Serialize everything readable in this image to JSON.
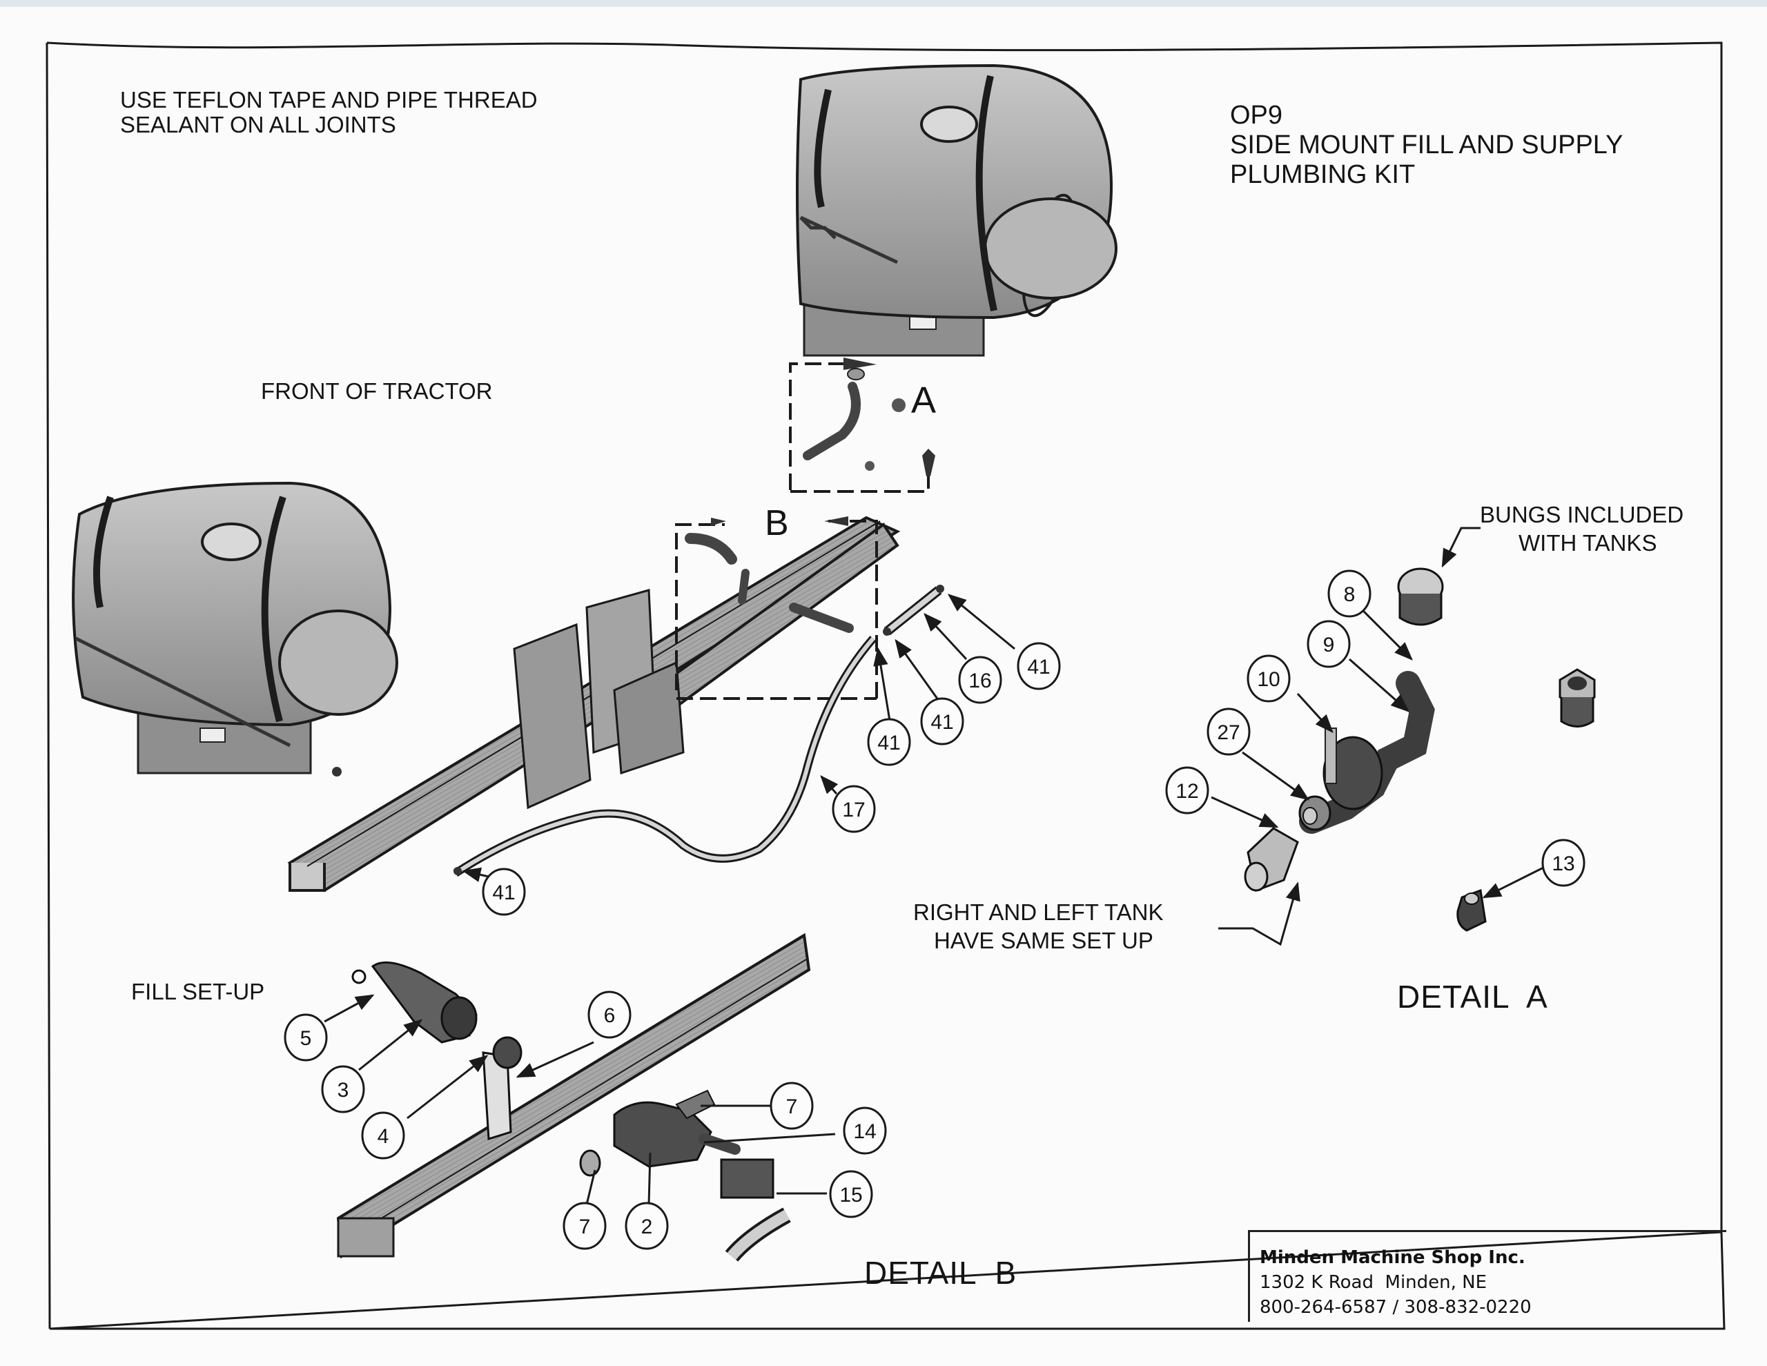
{
  "notes": {
    "sealant_line1": "USE TEFLON TAPE AND PIPE THREAD",
    "sealant_line2": "SEALANT ON ALL JOINTS",
    "front_of_tractor": "FRONT OF TRACTOR",
    "fill_setup": "FILL SET-UP",
    "bungs_line1": "BUNGS INCLUDED",
    "bungs_line2": "WITH TANKS",
    "same_setup_line1": "RIGHT AND LEFT TANK",
    "same_setup_line2": "HAVE SAME SET UP"
  },
  "title": {
    "code": "OP9",
    "line1": "SIDE MOUNT FILL AND SUPPLY",
    "line2": "PLUMBING KIT"
  },
  "section_markers": {
    "a": "A",
    "b": "B"
  },
  "detail_labels": {
    "a": "DETAIL  A",
    "b": "DETAIL  B"
  },
  "title_block": {
    "company": "Minden Machine Shop Inc.",
    "address": "1302 K Road  Minden, NE",
    "phones": "800-264-6587 / 308-832-0220"
  },
  "callouts": {
    "main": [
      "41",
      "16",
      "41",
      "41",
      "17",
      "41"
    ],
    "detail_a": [
      "8",
      "9",
      "10",
      "27",
      "12",
      "13"
    ],
    "detail_b": [
      "5",
      "3",
      "4",
      "6",
      "7",
      "14",
      "15",
      "7",
      "2"
    ]
  },
  "colors": {
    "ink": "#141414",
    "part_fill": "#9a9a9a",
    "part_dark": "#5a5a5a",
    "paper": "#fbfbfb"
  }
}
